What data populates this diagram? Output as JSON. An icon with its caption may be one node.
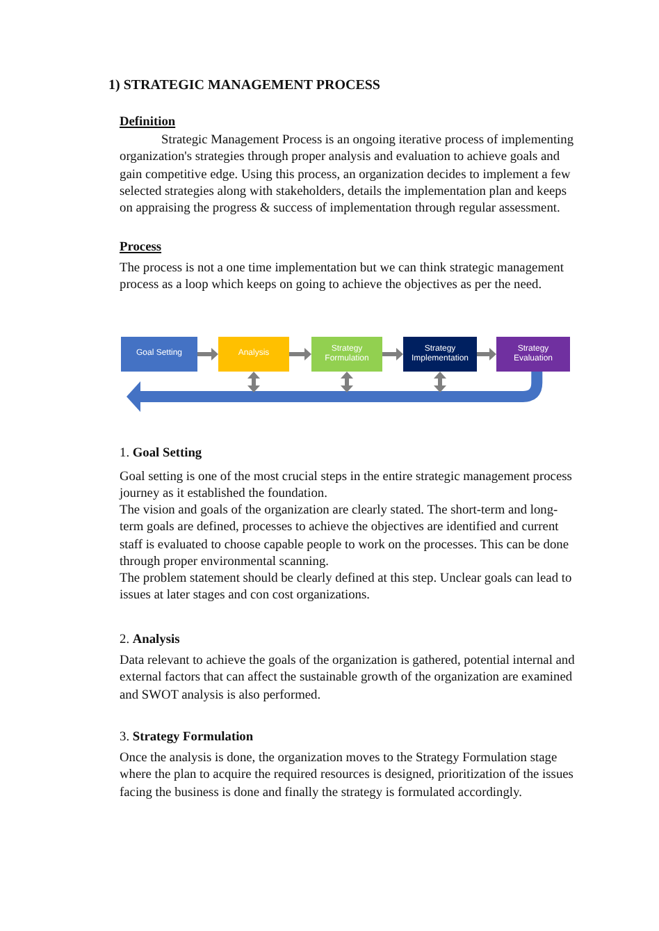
{
  "diagram": {
    "title": "1) STRATEGIC MANAGEMENT PROCESS",
    "nodes": [
      {
        "text": [
          "Goal Setting"
        ]
      },
      {
        "text": [
          "Analysis"
        ]
      },
      {
        "text": [
          "Strategy Formulation"
        ]
      },
      {
        "text": [
          "Strategy Implementation"
        ]
      },
      {
        "text": [
          "Strategy Evaluation"
        ]
      }
    ],
    "edges": [
      {
        "from": 0,
        "to": 1,
        "arrow": "to"
      },
      {
        "from": 1,
        "to": 2,
        "arrow": "to"
      },
      {
        "from": 2,
        "to": 3,
        "arrow": "to"
      },
      {
        "from": 3,
        "to": 4,
        "arrow": "to"
      },
      {
        "from": 4,
        "to": 0,
        "arrow": "to",
        "style": "thick",
        "color": "#4472c4"
      },
      {
        "from": 1,
        "to": null,
        "arrow": "both"
      },
      {
        "from": 2,
        "to": null,
        "arrow": "both"
      },
      {
        "from": 3,
        "to": null,
        "arrow": "both"
      }
    ],
    "labels": [
      "Definition",
      "Strategic Management Process is an ongoing iterative process of implementing organization's strategies through proper analysis and evaluation to achieve goals and gain competitive edge. Using this process, an organization decides to implement a few selected strategies along with stakeholders, details the implementation plan and keeps on appraising the progress & success of implementation through regular assessment.",
      "Process",
      "The process is not a one time implementation but we can think strategic management process as a loop which keeps on going to achieve the objectives as per the need.",
      "1. **Goal Setting**",
      "Goal setting is one of the most crucial steps in the entire strategic management process journey as it established the foundation.",
      "The vision and goals of the organization are clearly stated. The short-term and long-term goals are defined, processes to achieve the objectives are identified and current staff is evaluated to choose capable people to work on the processes. This can be done through proper environmental scanning.",
      "The problem statement should be clearly defined at this step. Unclear goals can lead to issues at later stages and con cost organizations.",
      "2. **Analysis**",
      "Data relevant to achieve the goals of the organization is gathered, potential internal and external factors that can affect the sustainable growth of the organization are examined and SWOT analysis is also performed.",
      "3. **Strategy Formulation**",
      "Once the analysis is done, the organization moves to the Strategy Formulation stage where the plan to acquire the required resources is designed, prioritization of the issues facing the business is done and finally the strategy is formulated accordingly."
    ]
  }
}
